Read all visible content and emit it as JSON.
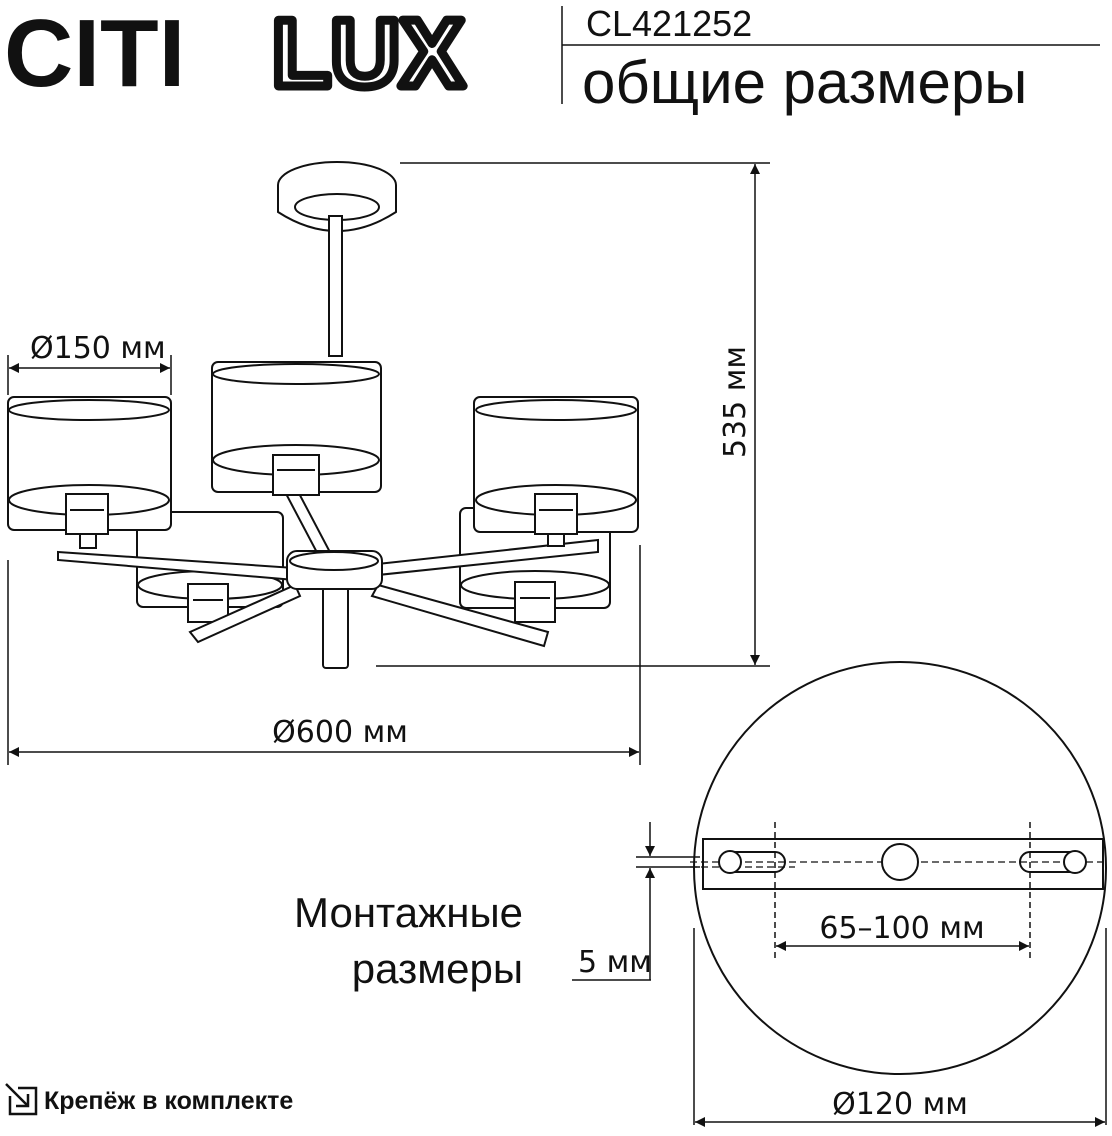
{
  "header": {
    "brand_part1": "CITI",
    "brand_part2": "LUX",
    "model": "CL421252",
    "subtitle": "общие размеры"
  },
  "dimensions": {
    "shade_diameter": "Ø150 мм",
    "height": "535 мм",
    "overall_diameter": "Ø600 мм"
  },
  "mounting": {
    "label_line1": "Монтажные",
    "label_line2": "размеры",
    "bracket_thickness": "5 мм",
    "hole_spacing": "65–100 мм",
    "plate_diameter": "Ø120 мм"
  },
  "footer": {
    "note": "Крепёж в комплекте",
    "note_icon": "arrow-into-box-icon"
  }
}
